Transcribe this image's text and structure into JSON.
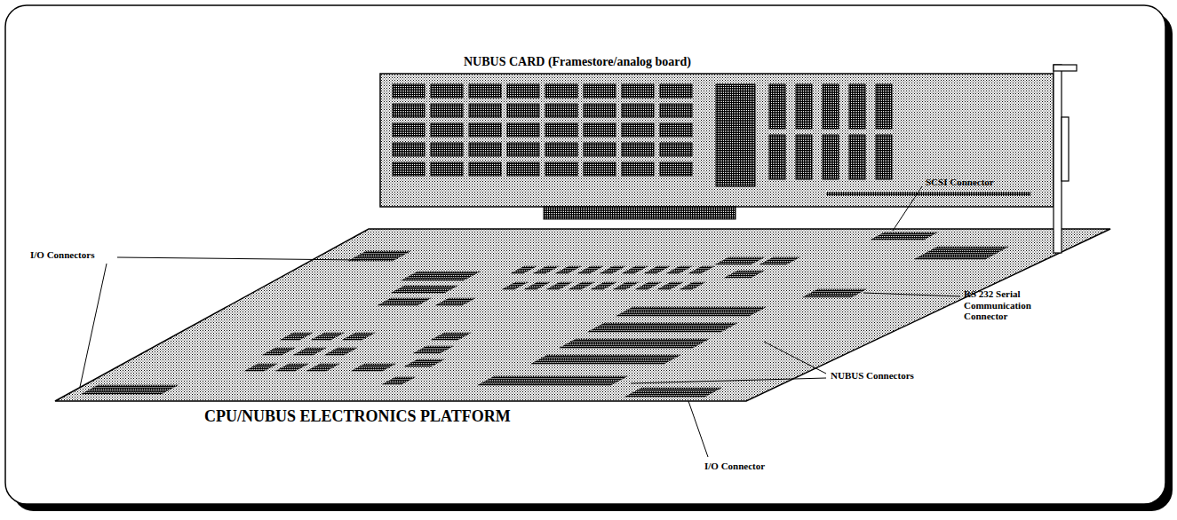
{
  "diagram": {
    "nodes": [
      {
        "text": [
          "NUBUS CARD (Framestore/analog board)"
        ]
      },
      {
        "text": [
          "CPU/NUBUS ELECTRONICS PLATFORM"
        ]
      }
    ],
    "labels": [
      "I/O Connectors",
      "SCSI Connector",
      "RS 232 Serial Communication Connector",
      "NUBUS Connectors",
      "I/O Connector"
    ]
  }
}
